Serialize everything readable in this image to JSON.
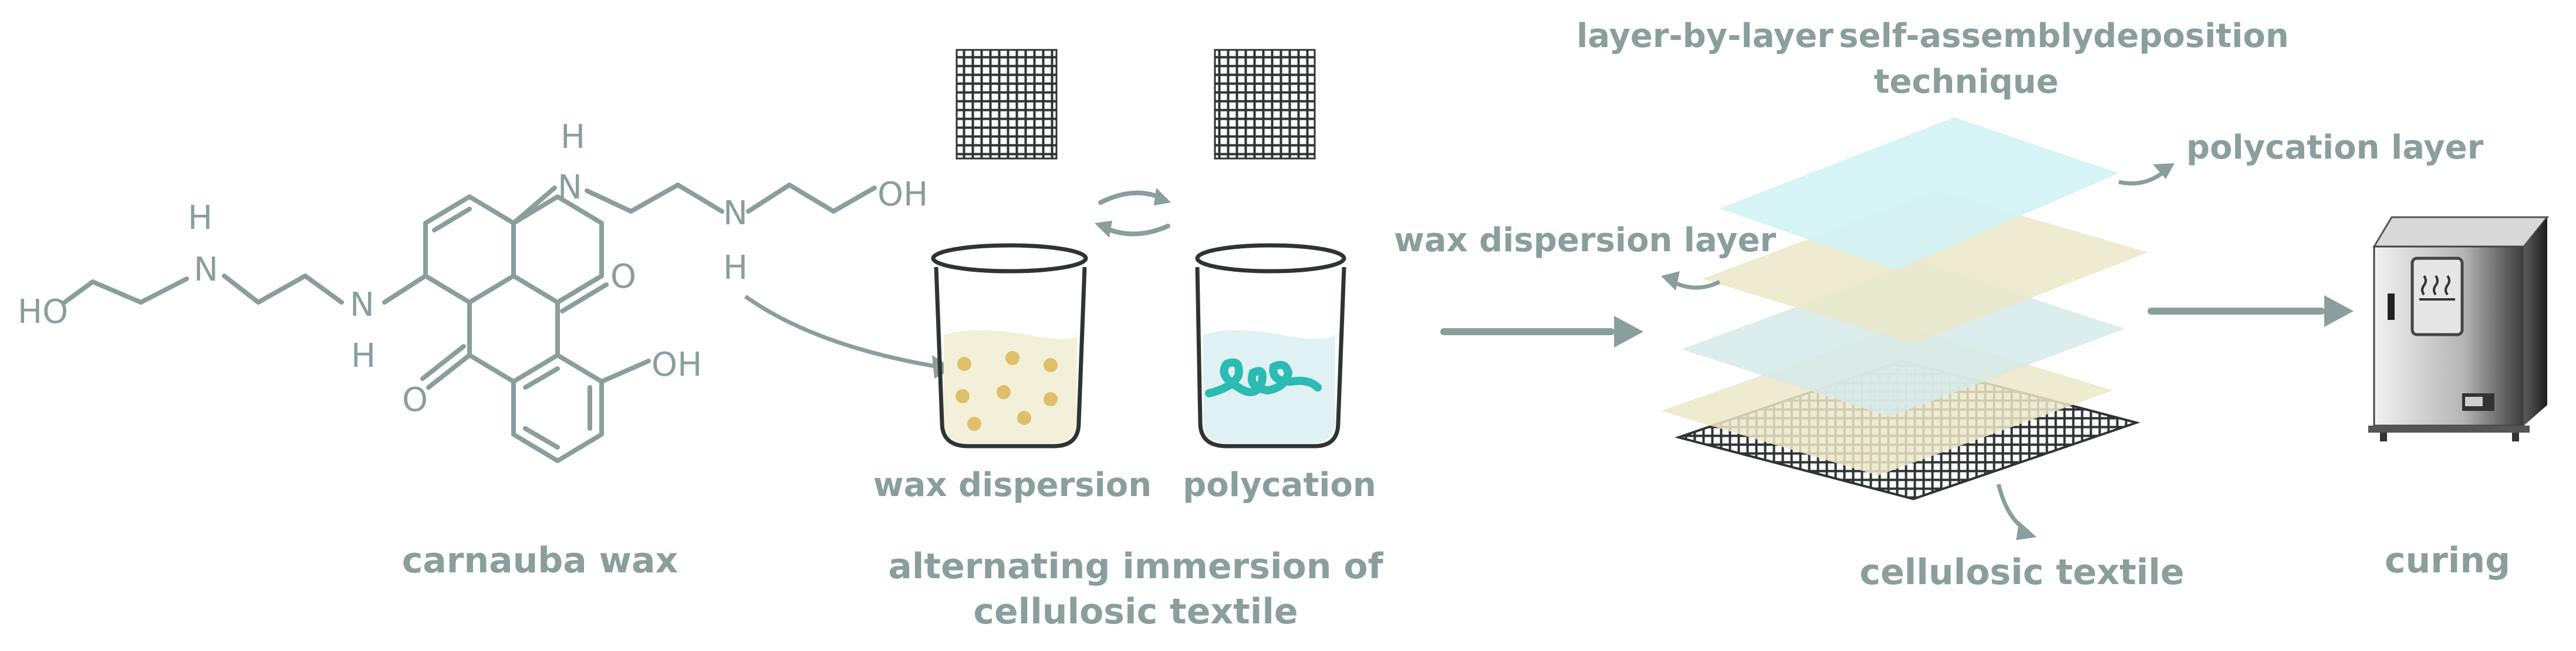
{
  "colors": {
    "gray": "#8a9e9e",
    "dark": "#2f3333",
    "wax": "#f3f0da",
    "dot": "#e0bf6a",
    "poly": "#dff1f2",
    "teal": "#2bbab4",
    "cyan_layer": "#d2f2f4",
    "beige_layer": "#ebe7c9",
    "blue_layer": "#d6eaea"
  },
  "molecule": {
    "atoms": {
      "ho_left": "HO",
      "nh_left_n": "N",
      "nh_left_h": "H",
      "nh_lower_n": "N",
      "nh_lower_h": "H",
      "nh_top_n": "N",
      "nh_top_h": "H",
      "n_right": "N",
      "oh_top": "OH",
      "h_right": "H",
      "o_upper": "O",
      "o_lower": "O",
      "oh_ring": "OH"
    },
    "label": "carnauba wax"
  },
  "immersion": {
    "beaker_wax_label": "wax dispersion",
    "beaker_poly_label": "polycation",
    "caption_line1": "alternating immersion of",
    "caption_line2": "cellulosic textile"
  },
  "assembly": {
    "title_word1": "layer-by-layer",
    "title_word2_line1": "self-assembly",
    "title_word2_line2": "technique",
    "title_word3": "deposition",
    "polycation_layer_label": "polycation layer",
    "wax_layer_label": "wax dispersion layer",
    "textile_label": "cellulosic textile"
  },
  "curing": {
    "label": "curing"
  }
}
